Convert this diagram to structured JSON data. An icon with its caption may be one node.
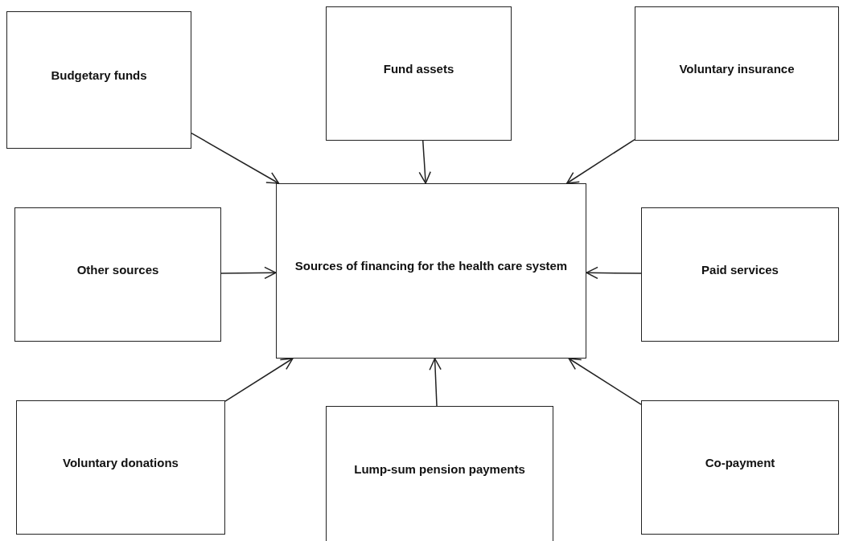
{
  "diagram": {
    "nodes": [
      {
        "text": [
          "Budgetary funds"
        ]
      },
      {
        "text": [
          "Fund assets"
        ]
      },
      {
        "text": [
          "Voluntary insurance"
        ]
      },
      {
        "text": [
          "Other sources"
        ]
      },
      {
        "text": [
          "Sources of financing for the health care system"
        ]
      },
      {
        "text": [
          "Paid services"
        ]
      },
      {
        "text": [
          "Voluntary donations"
        ]
      },
      {
        "text": [
          "Lump-sum pension payments"
        ]
      },
      {
        "text": [
          "Co-payment"
        ]
      }
    ],
    "edges": [
      {
        "from": 0,
        "to": 4,
        "arrow": "to"
      },
      {
        "from": 1,
        "to": 4,
        "arrow": "to"
      },
      {
        "from": 2,
        "to": 4,
        "arrow": "to"
      },
      {
        "from": 3,
        "to": 4,
        "arrow": "to"
      },
      {
        "from": 5,
        "to": 4,
        "arrow": "to"
      },
      {
        "from": 6,
        "to": 4,
        "arrow": "to"
      },
      {
        "from": 7,
        "to": 4,
        "arrow": "to"
      },
      {
        "from": 8,
        "to": 4,
        "arrow": "to"
      }
    ]
  }
}
